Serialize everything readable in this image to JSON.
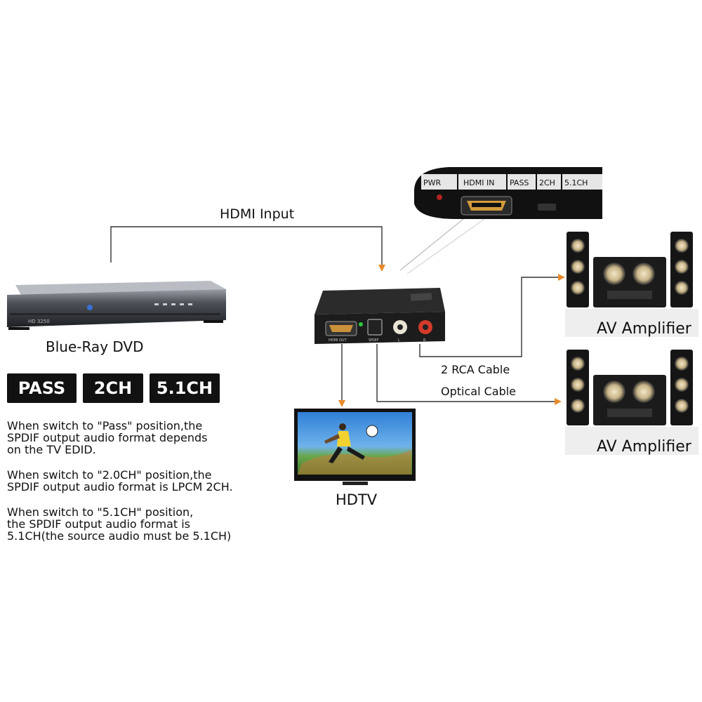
{
  "labels": {
    "hdmi_input": "HDMI Input",
    "source_device": "Blue-Ray DVD",
    "display_device": "HDTV",
    "amplifier_1": "AV Amplifier",
    "amplifier_2": "AV Amplifier",
    "rca_cable": "2 RCA Cable",
    "optical_cable": "Optical Cable"
  },
  "switches": [
    "PASS",
    "2CH",
    "5.1CH"
  ],
  "panel_labels": [
    "PWR",
    "HDMI IN",
    "PASS",
    "2CH",
    "5.1CH"
  ],
  "device_port_labels": [
    "HDMI OUT",
    "SPDIF",
    "L",
    "R"
  ],
  "dvd_panel_text": "HD 3250",
  "notes": [
    "When switch to \"Pass\" position,the\nSPDIF output audio format depends\non the TV EDID.",
    "When switch to \"2.0CH\" position,the\nSPDIF output audio format is LPCM 2CH.",
    "When switch to \"5.1CH\" position,\nthe SPDIF output audio format is\n5.1CH(the source audio must be 5.1CH)"
  ],
  "colors": {
    "arrow": "#e88a2a",
    "line": "#333333",
    "device_body": "#1c1c1c"
  }
}
